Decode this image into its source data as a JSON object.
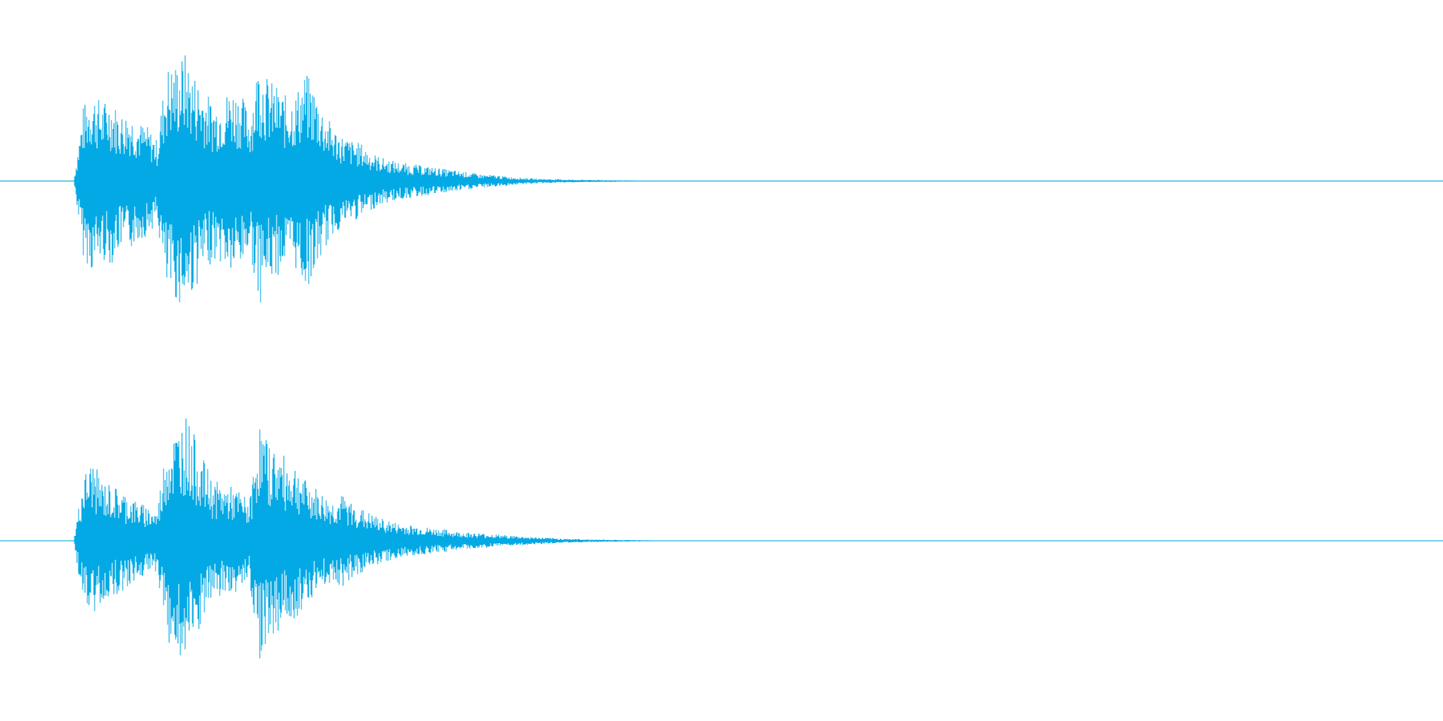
{
  "waveform": {
    "color": "#03a9e4",
    "background": "#ffffff",
    "channels": [
      {
        "name": "",
        "envelope": [
          0.0,
          0.55,
          0.68,
          0.58,
          0.62,
          0.5,
          0.52,
          0.44,
          0.4,
          0.3,
          0.85,
          0.88,
          0.95,
          0.8,
          0.7,
          0.58,
          0.62,
          0.7,
          0.66,
          0.5,
          0.92,
          0.75,
          0.7,
          0.62,
          0.66,
          0.8,
          0.7,
          0.52,
          0.4,
          0.34,
          0.3,
          0.28,
          0.22,
          0.18,
          0.16,
          0.14,
          0.13,
          0.12,
          0.11,
          0.1,
          0.09,
          0.08,
          0.07,
          0.06,
          0.05,
          0.045,
          0.04,
          0.032,
          0.026,
          0.022,
          0.018,
          0.016,
          0.014,
          0.012,
          0.01,
          0.009,
          0.008,
          0.007,
          0.006,
          0.005,
          0.004,
          0.003,
          0.002,
          0.0
        ]
      },
      {
        "name": "",
        "envelope": [
          0.0,
          0.48,
          0.6,
          0.45,
          0.42,
          0.38,
          0.34,
          0.28,
          0.26,
          0.22,
          0.75,
          0.82,
          0.95,
          0.78,
          0.6,
          0.45,
          0.42,
          0.4,
          0.36,
          0.3,
          0.88,
          0.72,
          0.68,
          0.6,
          0.58,
          0.45,
          0.4,
          0.34,
          0.3,
          0.34,
          0.28,
          0.24,
          0.2,
          0.17,
          0.15,
          0.13,
          0.12,
          0.11,
          0.1,
          0.09,
          0.085,
          0.07,
          0.065,
          0.06,
          0.055,
          0.05,
          0.045,
          0.04,
          0.035,
          0.03,
          0.026,
          0.022,
          0.018,
          0.016,
          0.014,
          0.012,
          0.01,
          0.009,
          0.008,
          0.007,
          0.006,
          0.005,
          0.004,
          0.0
        ]
      }
    ]
  }
}
